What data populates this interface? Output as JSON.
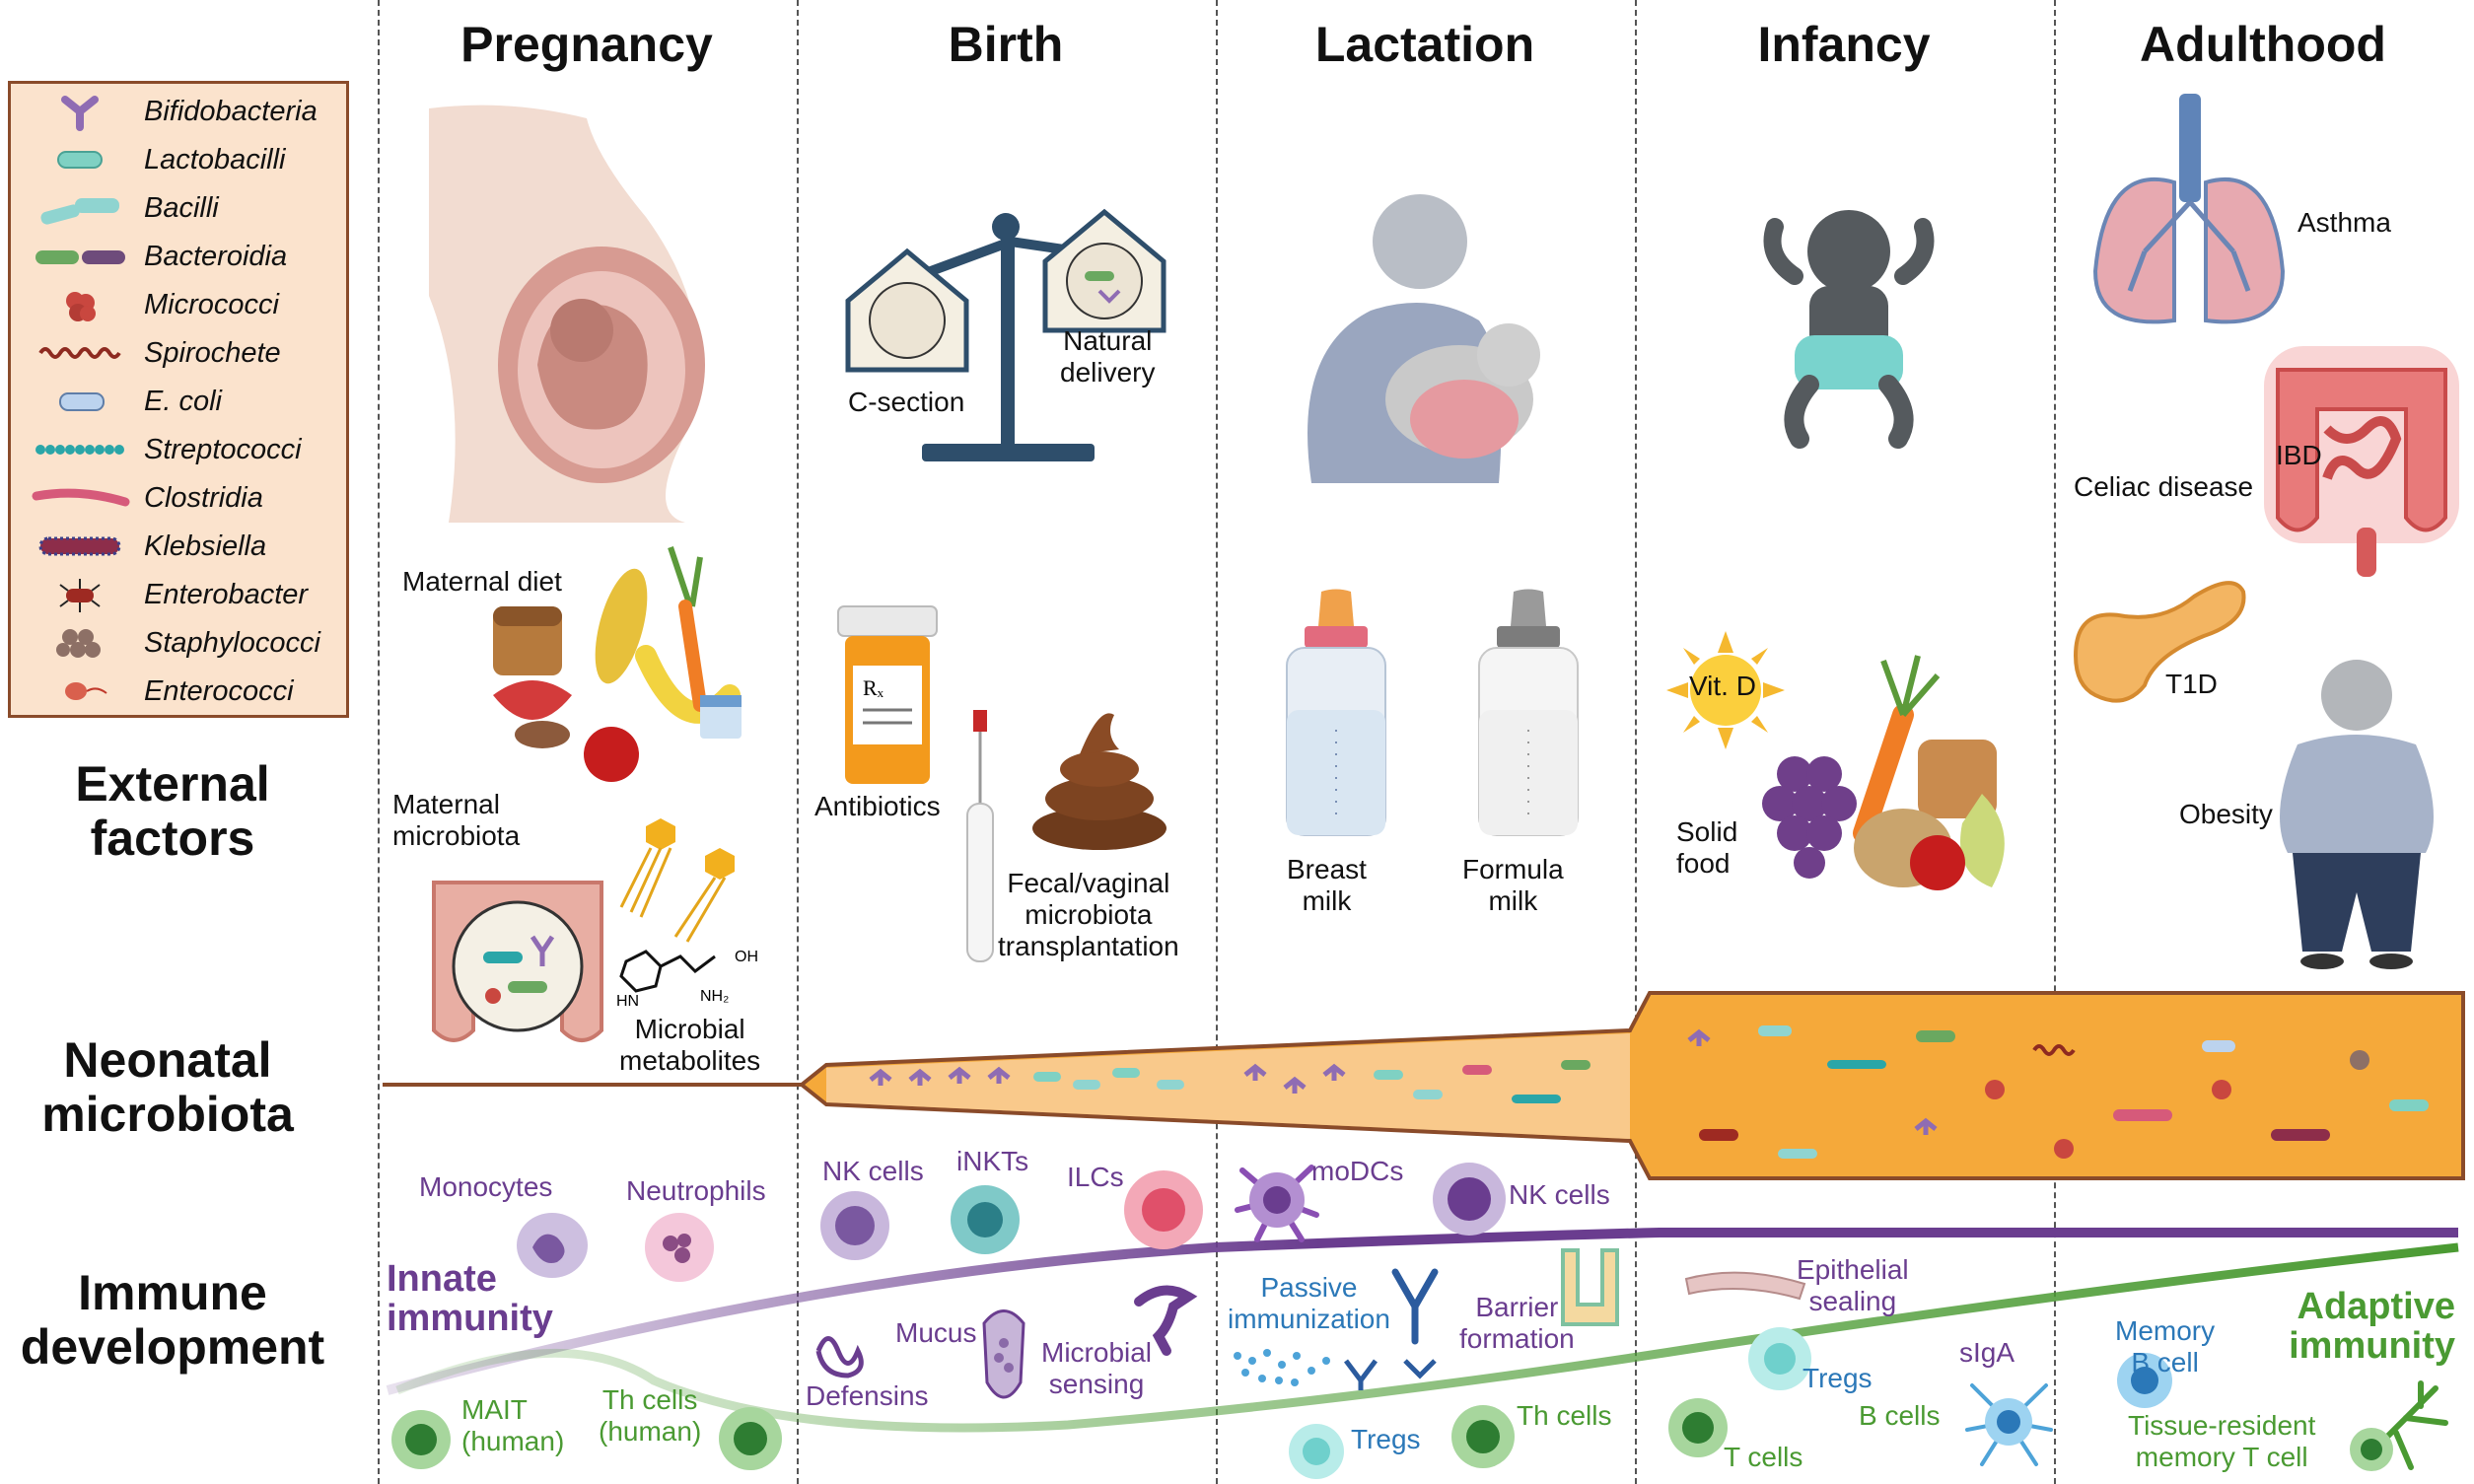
{
  "columns": [
    "Pregnancy",
    "Birth",
    "Lactation",
    "Infancy",
    "Adulthood"
  ],
  "rows": {
    "external": "External factors",
    "microbiota": [
      "Neonatal",
      "microbiota"
    ],
    "immune": [
      "Immune",
      "development"
    ]
  },
  "legend": [
    {
      "name": "Bifidobacteria",
      "icon": "bifidobacteria-icon",
      "color": "#8f6cb3"
    },
    {
      "name": "Lactobacilli",
      "icon": "lactobacilli-icon",
      "color": "#7fd1c3"
    },
    {
      "name": "Bacilli",
      "icon": "bacilli-icon",
      "color": "#8fd4d0"
    },
    {
      "name": "Bacteroidia",
      "icon": "bacteroidia-icon",
      "color": "#6aa860"
    },
    {
      "name": "Micrococci",
      "icon": "micrococci-icon",
      "color": "#c9473f"
    },
    {
      "name": "Spirochete",
      "icon": "spirochete-icon",
      "color": "#8e2a20"
    },
    {
      "name": "E. coli",
      "icon": "ecoli-icon",
      "color": "#bcd3ee"
    },
    {
      "name": "Streptococci",
      "icon": "streptococci-icon",
      "color": "#2aa6a8"
    },
    {
      "name": "Clostridia",
      "icon": "clostridia-icon",
      "color": "#d65a7a"
    },
    {
      "name": "Klebsiella",
      "icon": "klebsiella-icon",
      "color": "#8d2d4a"
    },
    {
      "name": "Enterobacter",
      "icon": "enterobacter-icon",
      "color": "#9e2a22"
    },
    {
      "name": "Staphylococci",
      "icon": "staphylococci-icon",
      "color": "#8d7066"
    },
    {
      "name": "Enterococci",
      "icon": "enterococci-icon",
      "color": "#d9604d"
    }
  ],
  "pregnancy": {
    "maternal_diet": "Maternal diet",
    "maternal_microbiota": [
      "Maternal",
      "microbiota"
    ],
    "microbial_metabolites": [
      "Microbial",
      "metabolites"
    ],
    "chem_oh": "OH",
    "chem_nh2": "NH₂",
    "chem_hn": "HN"
  },
  "birth": {
    "c_section": "C-section",
    "natural_delivery": [
      "Natural",
      "delivery"
    ],
    "antibiotics": "Antibiotics",
    "rx": "Rₓ",
    "fmt": [
      "Fecal/vaginal",
      "microbiota",
      "transplantation"
    ]
  },
  "lactation": {
    "breast_milk": [
      "Breast",
      "milk"
    ],
    "formula_milk": [
      "Formula",
      "milk"
    ]
  },
  "infancy": {
    "vit_d": "Vit. D",
    "solid_food": [
      "Solid",
      "food"
    ]
  },
  "adulthood": {
    "asthma": "Asthma",
    "ibd": "IBD",
    "celiac": "Celiac disease",
    "t1d": "T1D",
    "obesity": "Obesity"
  },
  "immune": {
    "innate": [
      "Innate",
      "immunity"
    ],
    "adaptive": [
      "Adaptive",
      "immunity"
    ],
    "monocytes": "Monocytes",
    "neutrophils": "Neutrophils",
    "nk_cells_1": "NK cells",
    "inkts": "iNKTs",
    "ilcs": "ILCs",
    "modcs": "moDCs",
    "nk_cells_2": "NK cells",
    "mait": [
      "MAIT",
      "(human)"
    ],
    "th_human": [
      "Th cells",
      "(human)"
    ],
    "defensins": "Defensins",
    "mucus": "Mucus",
    "microbial_sensing": [
      "Microbial",
      "sensing"
    ],
    "passive": [
      "Passive",
      "immunization"
    ],
    "barrier": [
      "Barrier",
      "formation"
    ],
    "tregs_1": "Tregs",
    "th_cells": "Th cells",
    "epithelial": [
      "Epithelial",
      "sealing"
    ],
    "tregs_2": "Tregs",
    "t_cells": "T cells",
    "b_cells": "B cells",
    "siga": "sIgA",
    "memory_b": [
      "Memory",
      "B cell"
    ],
    "trm": [
      "Tissue-resident",
      "memory T cell"
    ]
  },
  "colors": {
    "innate": "#6a3d8f",
    "adaptive": "#4a9a32",
    "microbiota_fill": "#f5a93a",
    "microbiota_border": "#8a4b2a",
    "legend_bg": "#fbe3cd"
  }
}
